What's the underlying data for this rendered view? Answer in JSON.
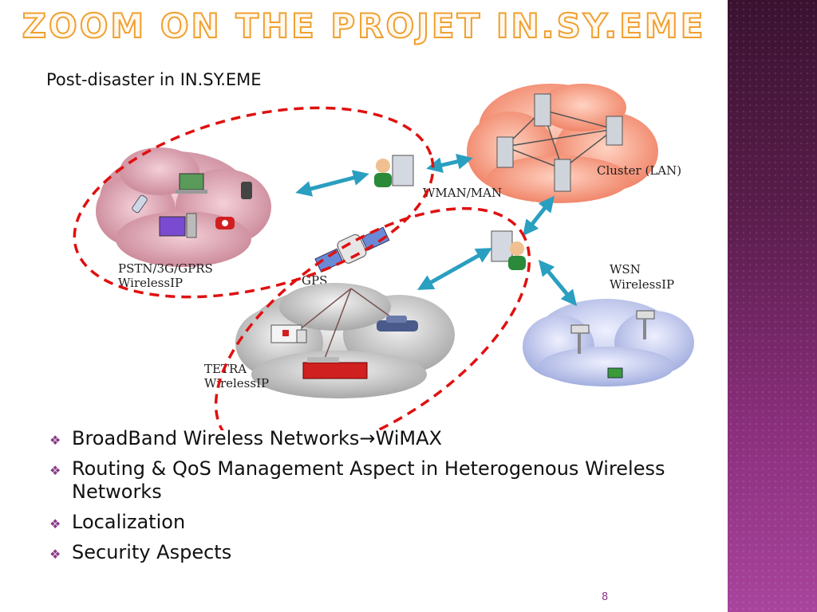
{
  "slide": {
    "title": "ZOOM ON THE PROJET IN.SY.EME",
    "subtitle": "Post-disaster in IN.SY.EME",
    "page_number": "8"
  },
  "diagram": {
    "labels": {
      "pstn_1": "PSTN/3G/GPRS",
      "pstn_2": "WirelessIP",
      "gps": "GPS",
      "tetra_1": "TETRA",
      "tetra_2": "WirelessIP",
      "wman": "WMAN/MAN",
      "cluster": "Cluster (LAN)",
      "wsn_1": "WSN",
      "wsn_2": "WirelessIP"
    },
    "colors": {
      "pstn_cloud": "#d99aa8",
      "cluster_cloud": "#f59a7e",
      "tetra_cloud": "#c4c4c4",
      "wsn_cloud": "#b9c0e6",
      "arrow": "#2a9fc0",
      "ellipse": "#e01010"
    }
  },
  "bullets": [
    {
      "text": "BroadBand Wireless Networks→WiMAX",
      "icon": "diamond-bullet-icon"
    },
    {
      "text": "Routing & QoS Management Aspect in Heterogenous Wireless Networks",
      "icon": "diamond-bullet-icon"
    },
    {
      "text": "Localization",
      "icon": "diamond-bullet-icon"
    },
    {
      "text": "Security Aspects",
      "icon": "diamond-bullet-icon"
    }
  ],
  "theme": {
    "title_color": "#f0a030",
    "accent": "#8a3a88",
    "side_panel": "#6a2560"
  }
}
